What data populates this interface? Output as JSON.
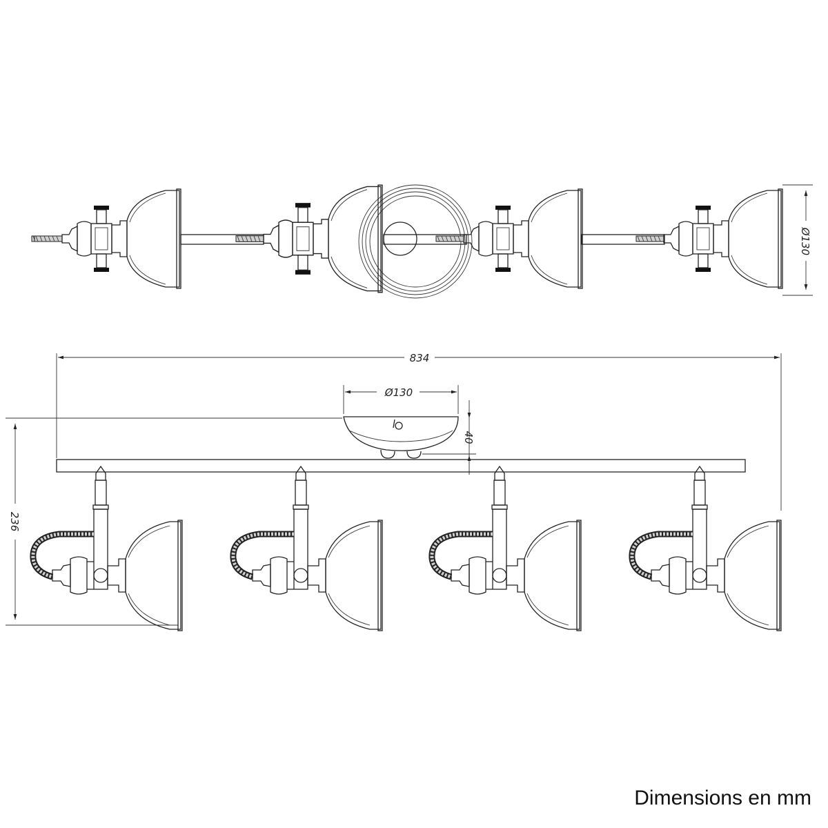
{
  "dimensions": {
    "top_view_diameter": "Ø130",
    "overall_length": "834",
    "canopy_diameter": "Ø130",
    "canopy_height": "40",
    "overall_height": "236"
  },
  "caption": "Dimensions en mm"
}
